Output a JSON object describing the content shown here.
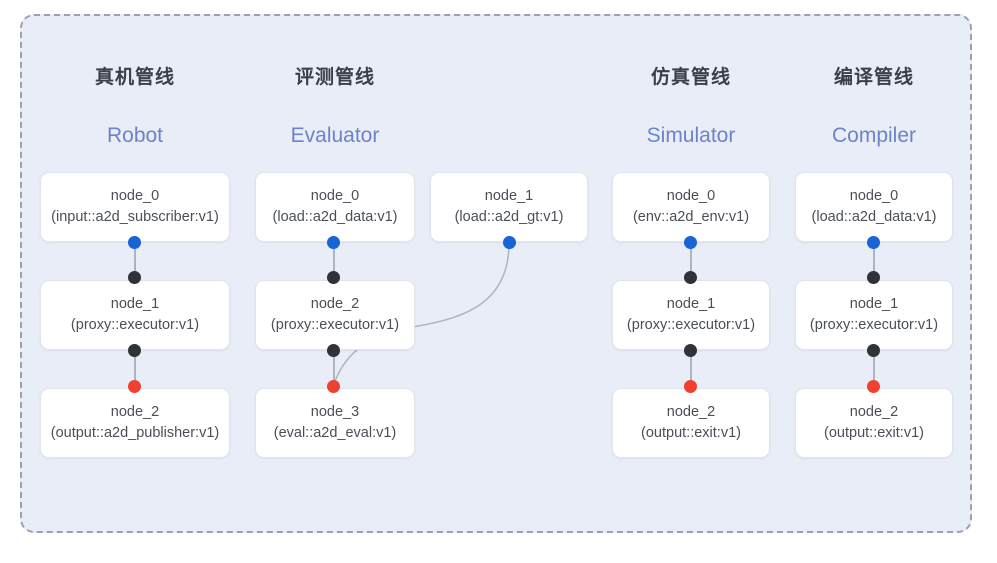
{
  "diagram": {
    "title_cn_columns": [
      "真机管线",
      "评测管线",
      "仿真管线",
      "编译管线"
    ],
    "colors": {
      "frame_background": "#e9edf7",
      "frame_border": "#9ba2ae",
      "node_background": "#ffffff",
      "node_border": "#e1e4e9",
      "port_input_blue": "#1a62d8",
      "port_mid_black": "#2f3237",
      "port_output_red": "#ef4030",
      "edge_line": "#aeb4bf",
      "title_cn": "#3b3f46",
      "title_en": "#6b84c9"
    },
    "columns": [
      {
        "id": "robot",
        "title_cn": "真机管线",
        "title_en": "Robot",
        "nodes": [
          {
            "name": "node_0",
            "type": "(input::a2d_subscriber:v1)"
          },
          {
            "name": "node_1",
            "type": "(proxy::executor:v1)"
          },
          {
            "name": "node_2",
            "type": "(output::a2d_publisher:v1)"
          }
        ]
      },
      {
        "id": "evaluator",
        "title_cn": "评测管线",
        "title_en": "Evaluator",
        "nodes": [
          {
            "name": "node_0",
            "type": "(load::a2d_data:v1)"
          },
          {
            "name": "node_1",
            "type": "(load::a2d_gt:v1)"
          },
          {
            "name": "node_2",
            "type": "(proxy::executor:v1)"
          },
          {
            "name": "node_3",
            "type": "(eval::a2d_eval:v1)"
          }
        ]
      },
      {
        "id": "simulator",
        "title_cn": "仿真管线",
        "title_en": "Simulator",
        "nodes": [
          {
            "name": "node_0",
            "type": "(env::a2d_env:v1)"
          },
          {
            "name": "node_1",
            "type": "(proxy::executor:v1)"
          },
          {
            "name": "node_2",
            "type": "(output::exit:v1)"
          }
        ]
      },
      {
        "id": "compiler",
        "title_cn": "编译管线",
        "title_en": "Compiler",
        "nodes": [
          {
            "name": "node_0",
            "type": "(load::a2d_data:v1)"
          },
          {
            "name": "node_1",
            "type": "(proxy::executor:v1)"
          },
          {
            "name": "node_2",
            "type": "(output::exit:v1)"
          }
        ]
      }
    ]
  }
}
